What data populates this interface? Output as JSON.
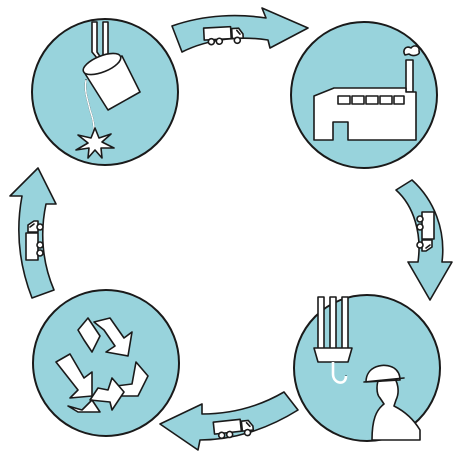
{
  "diagram": {
    "kind": "circular-process",
    "stages": [
      {
        "id": "casting",
        "icon": "ladle-pouring-icon"
      },
      {
        "id": "factory",
        "icon": "factory-icon"
      },
      {
        "id": "use",
        "icon": "crane-hook-worker-icon"
      },
      {
        "id": "recycling",
        "icon": "recycle-icon"
      }
    ],
    "transports": [
      {
        "id": "casting-to-factory",
        "icon": "truck-icon"
      },
      {
        "id": "factory-to-use",
        "icon": "truck-icon"
      },
      {
        "id": "use-to-recycling",
        "icon": "truck-icon"
      },
      {
        "id": "recycling-to-casting",
        "icon": "truck-icon"
      }
    ],
    "colors": {
      "fill": "#98d3dc",
      "outline": "#1a1a1a",
      "background": "#ffffff"
    }
  }
}
